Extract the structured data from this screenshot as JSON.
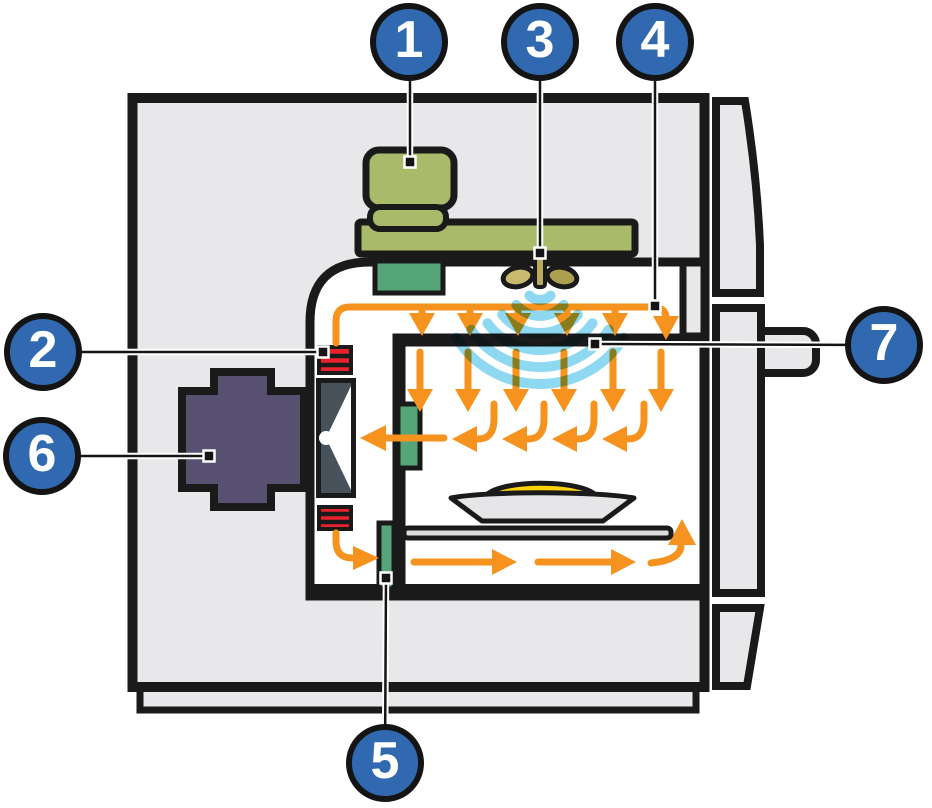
{
  "figure": {
    "type": "oven-cutaway-diagram",
    "callouts": [
      {
        "label": "1",
        "target": "magnetron"
      },
      {
        "label": "2",
        "target": "top-heating-element"
      },
      {
        "label": "3",
        "target": "stirrer-antenna"
      },
      {
        "label": "4",
        "target": "hot-air-duct"
      },
      {
        "label": "5",
        "target": "air-return-vent"
      },
      {
        "label": "6",
        "target": "fan-motor"
      },
      {
        "label": "7",
        "target": "microwaves"
      }
    ],
    "colors": {
      "callout_blue": "#3169B1",
      "outline_black": "#1A1A1A",
      "body_gray": "#E8E8EA",
      "airflow_orange": "#F6921E",
      "microwave_blue": "#8ED9F1",
      "component_olive": "#A9BA6B",
      "vent_green": "#55A578",
      "heater_red": "#E8212D",
      "fan_slate": "#47525B",
      "motor_purple": "#575071",
      "food_yellow": "#FFD40A",
      "plate_gray": "#E6E6E8"
    }
  }
}
